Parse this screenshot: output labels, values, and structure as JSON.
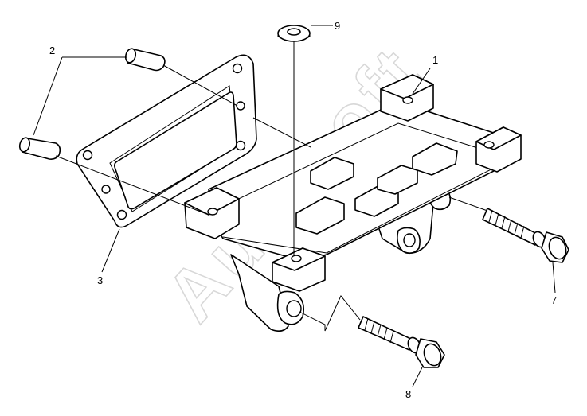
{
  "callouts": [
    {
      "id": "1",
      "label": "1"
    },
    {
      "id": "2",
      "label": "2"
    },
    {
      "id": "3",
      "label": "3"
    },
    {
      "id": "7",
      "label": "7"
    },
    {
      "id": "8",
      "label": "8"
    },
    {
      "id": "9",
      "label": "9"
    }
  ],
  "watermark": "Autosoft",
  "colors": {
    "line": "#000000",
    "background": "#ffffff",
    "watermark": "#d8d8d8"
  }
}
